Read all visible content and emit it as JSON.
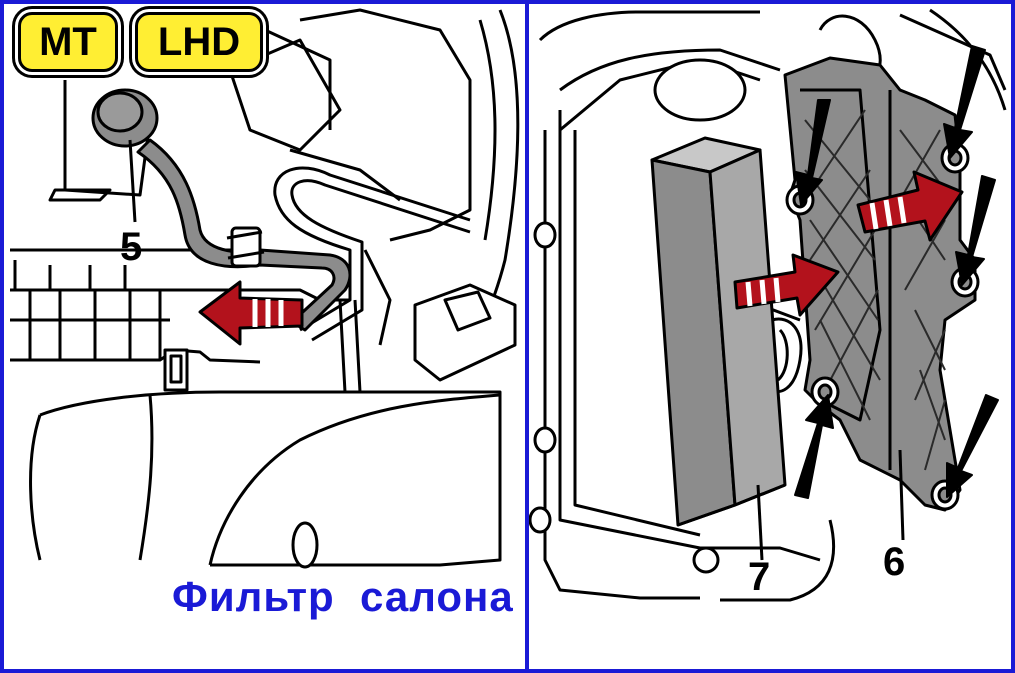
{
  "badges": {
    "transmission": "MT",
    "drive_side": "LHD"
  },
  "callouts": {
    "left_panel_part": "5",
    "filter_part": "7",
    "cover_part": "6"
  },
  "caption": "Фильтр  салона",
  "colors": {
    "frame": "#1a1ad6",
    "badge_fill": "#ffee33",
    "arrow_red": "#b3121c",
    "part_gray": "#8c8c8c",
    "caption": "#1a1ad6"
  }
}
